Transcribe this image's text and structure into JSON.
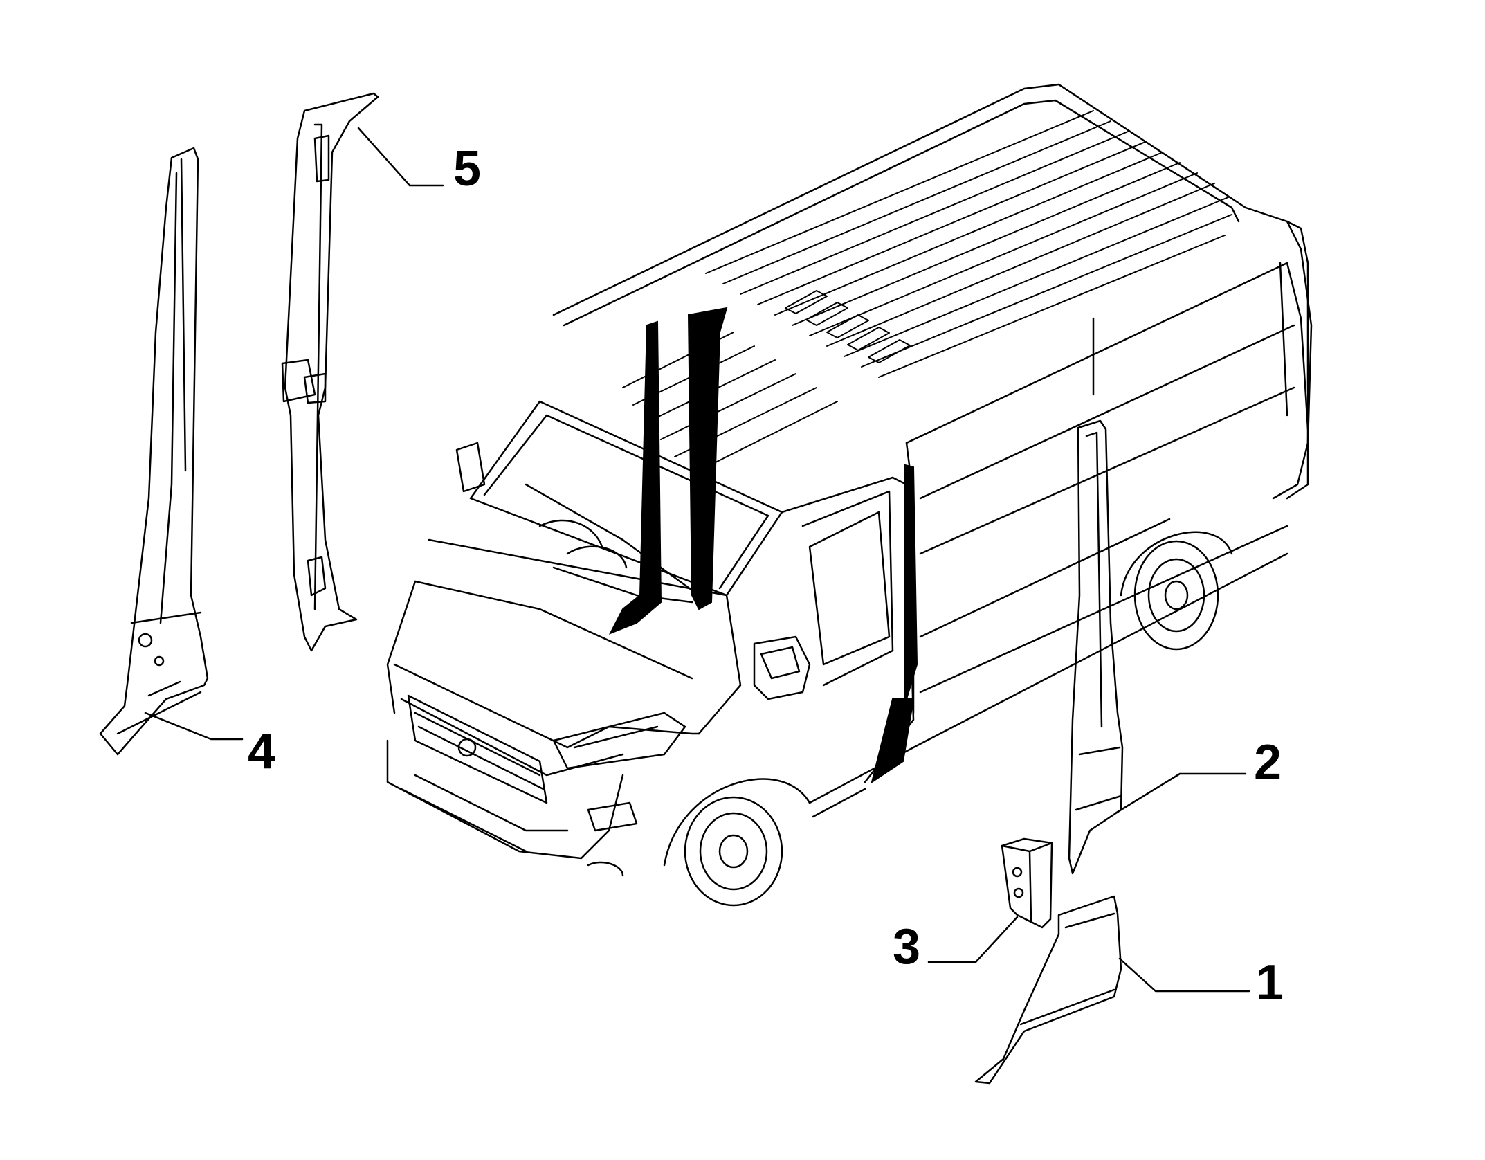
{
  "parts": [
    {
      "id": "part-1",
      "number": "1"
    },
    {
      "id": "part-2",
      "number": "2"
    },
    {
      "id": "part-3",
      "number": "3"
    },
    {
      "id": "part-4",
      "number": "4"
    },
    {
      "id": "part-5",
      "number": "5"
    }
  ],
  "colors": {
    "line": "#000000",
    "highlight": "#000000",
    "background": "#ffffff"
  }
}
